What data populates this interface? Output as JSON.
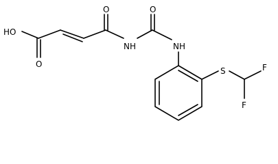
{
  "molecule": {
    "atoms": {
      "hydroxyl": "HO",
      "acid_carbonyl_o": "O",
      "amide_carbonyl_o": "O",
      "urea_carbonyl_o": "O",
      "imide_nh": "NH",
      "aryl_nh": "NH",
      "thioether_s": "S",
      "fluorine_top": "F",
      "fluorine_bottom": "F"
    },
    "line_color": "#000000"
  }
}
